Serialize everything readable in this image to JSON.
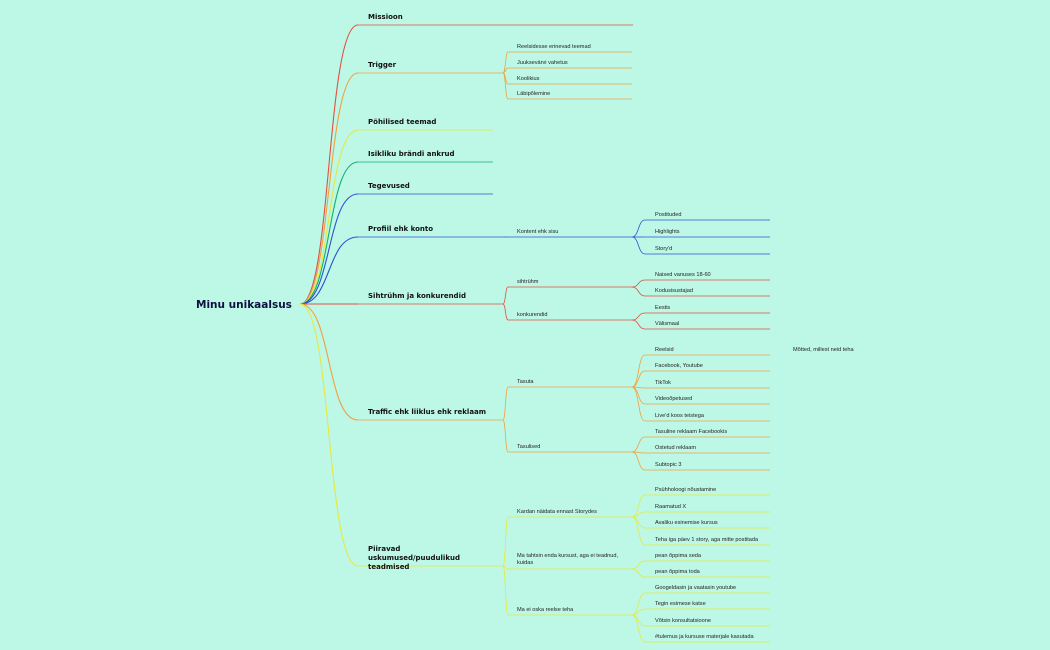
{
  "root": {
    "label": "Minu unikaalsus"
  },
  "colors": {
    "red": "#e05040",
    "orange": "#f0a040",
    "yellow": "#e6e840",
    "green": "#10b070",
    "blue": "#3050d0"
  },
  "branches": [
    {
      "label": "Missioon",
      "color": "red",
      "children": []
    },
    {
      "label": "Trigger",
      "color": "orange",
      "children": [
        {
          "label": "Reelsidesse erinevad teemad"
        },
        {
          "label": "Juuksevärvi vahetus"
        },
        {
          "label": "Koolikius"
        },
        {
          "label": "Läbipõlemine"
        }
      ]
    },
    {
      "label": "Põhilised teemad",
      "color": "yellow",
      "children": []
    },
    {
      "label": "Isikliku brändi ankrud",
      "color": "green",
      "children": []
    },
    {
      "label": "Tegevused",
      "color": "blue",
      "children": []
    },
    {
      "label": "Profiil ehk konto",
      "color": "blue",
      "children": [
        {
          "label": "Kontent ehk sisu",
          "children": [
            {
              "label": "Postituded"
            },
            {
              "label": "Highlights"
            },
            {
              "label": "Story'd"
            }
          ]
        }
      ]
    },
    {
      "label": "Sihtrühm ja konkurendid",
      "color": "red",
      "children": [
        {
          "label": "sihtrühm",
          "children": [
            {
              "label": "Naised vanuses 18-60"
            },
            {
              "label": "Kodusisustajad"
            }
          ]
        },
        {
          "label": "konkurendid",
          "children": [
            {
              "label": "Eestis"
            },
            {
              "label": "Välismaal"
            }
          ]
        }
      ]
    },
    {
      "label": "Traffic ehk liiklus ehk reklaam",
      "color": "orange",
      "children": [
        {
          "label": "Tasuta",
          "children": [
            {
              "label": "Reelsid",
              "children": [
                {
                  "label": "Mõtted, millest neid teha"
                }
              ]
            },
            {
              "label": "Facebook, Youtube"
            },
            {
              "label": "TikTok"
            },
            {
              "label": "Videoõpetused"
            },
            {
              "label": "Live'd koos teistega"
            }
          ]
        },
        {
          "label": "Tasulised",
          "children": [
            {
              "label": "Tasuline reklaam Facebookis"
            },
            {
              "label": "Ostetud reklaam"
            },
            {
              "label": "Subtopic 3"
            }
          ]
        }
      ]
    },
    {
      "label": "Piiravad uskumused/puudulikud teadmised",
      "color": "yellow",
      "children": [
        {
          "label": "Kardan näidata ennast Storydes",
          "children": [
            {
              "label": "Psühholoogi nõustamine"
            },
            {
              "label": "Raamatud X"
            },
            {
              "label": "Avaliku esinemise kursus"
            },
            {
              "label": "Teha iga päev 1 story, aga mitte postitada"
            }
          ]
        },
        {
          "label": "Ma tahtsin enda kursust, aga ei teadnud, kuidas",
          "children": [
            {
              "label": "pean õppima seda"
            },
            {
              "label": "pean õppima toda"
            }
          ]
        },
        {
          "label": "Ma ei oska reelse teha",
          "children": [
            {
              "label": "Googeldasin ja vaatasin youtube"
            },
            {
              "label": "Tegin esimese katse"
            },
            {
              "label": "Võtsin konsultatsioone"
            },
            {
              "label": "#tulemus ja kursuse materjale kasutada"
            }
          ]
        }
      ]
    }
  ]
}
